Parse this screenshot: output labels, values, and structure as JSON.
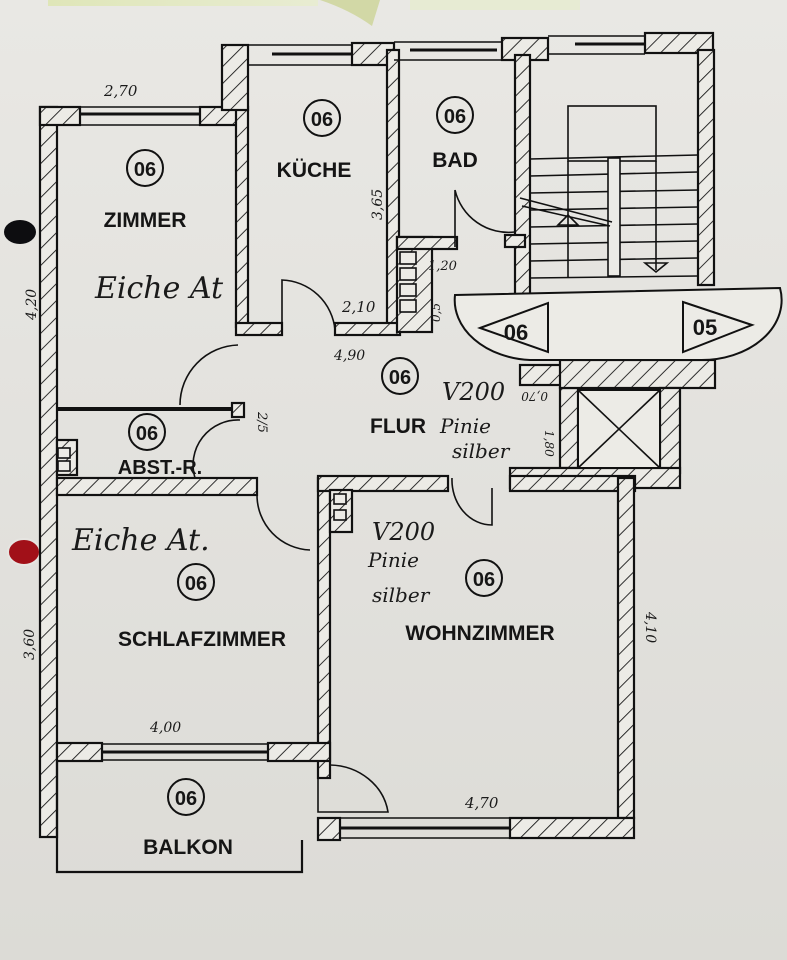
{
  "document": {
    "type": "floor plan",
    "colors": {
      "paper": "#e6e5e1",
      "ink": "#151515",
      "punch_hole_1": "#0d0d10",
      "punch_hole_2": "#a11018",
      "sticky_note": "#dfe6b8"
    }
  },
  "rooms": {
    "zimmer": {
      "number": "06",
      "name": "ZIMMER",
      "note": "Eiche At"
    },
    "kueche": {
      "number": "06",
      "name": "KÜCHE"
    },
    "bad": {
      "number": "06",
      "name": "BAD"
    },
    "flur": {
      "number": "06",
      "name": "FLUR",
      "note_line1": "V200",
      "note_line2": "Pinie",
      "note_line3": "silber"
    },
    "abstellraum": {
      "number": "06",
      "name": "ABST.-R."
    },
    "schlafzimmer": {
      "number": "06",
      "name": "SCHLAFZIMMER",
      "note": "Eiche At."
    },
    "wohnzimmer": {
      "number": "06",
      "name": "WOHNZIMMER",
      "note_line1": "V200",
      "note_line2": "Pinie",
      "note_line3": "silber"
    },
    "balkon": {
      "number": "06",
      "name": "BALKON"
    }
  },
  "stairwell": {
    "left_unit_number": "06",
    "right_unit_number": "05"
  },
  "dimensions": {
    "zimmer_width": "2,70",
    "zimmer_height": "4,20",
    "kueche_height": "3,65",
    "kueche_width": "2,10",
    "bad_corridor_width": "1,20",
    "bad_small": "0,5",
    "flur_length": "4,90",
    "flur_door": "2/5",
    "flur_niche_1": "0,70",
    "flur_niche_2": "1,80",
    "schlafzimmer_height": "3,60",
    "schlafzimmer_width": "4,00",
    "wohnzimmer_height": "4,10",
    "wohnzimmer_width": "4,70"
  }
}
